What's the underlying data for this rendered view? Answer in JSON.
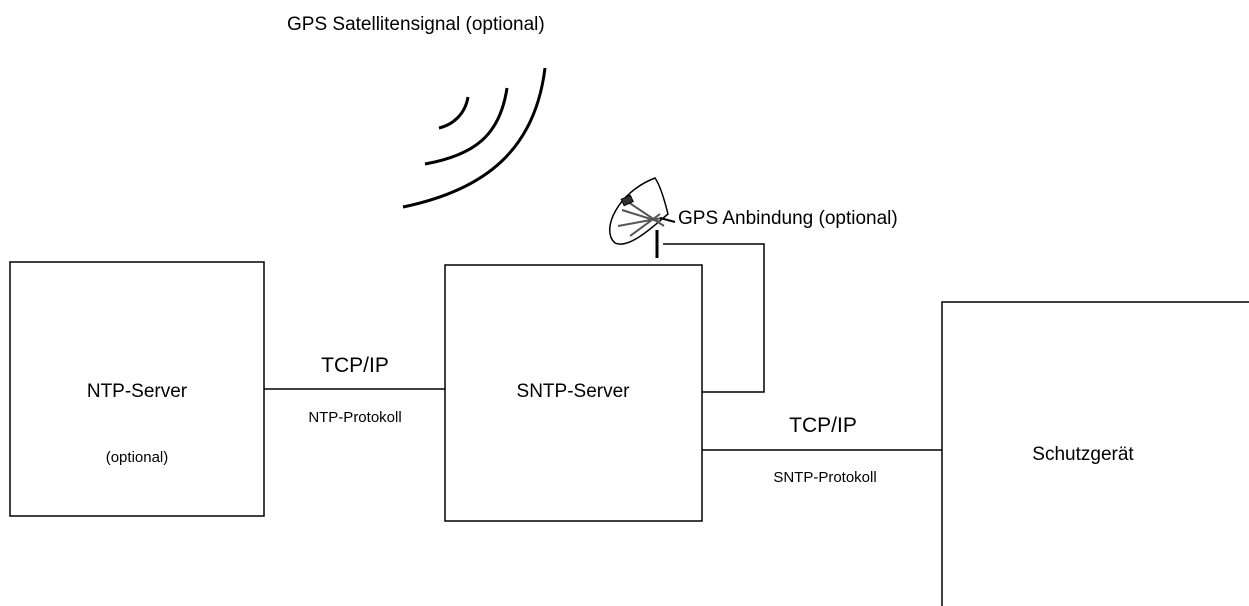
{
  "diagram": {
    "gps_signal_label": "GPS Satellitensignal (optional)",
    "gps_connection_label": "GPS Anbindung (optional)",
    "ntp_server": {
      "title": "NTP-Server",
      "subtitle": "(optional)"
    },
    "sntp_server": {
      "title": "SNTP-Server"
    },
    "protection_device": {
      "title": "Schutzgerät"
    },
    "link_ntp_sntp": {
      "network": "TCP/IP",
      "protocol": "NTP-Protokoll"
    },
    "link_sntp_device": {
      "network": "TCP/IP",
      "protocol": "SNTP-Protokoll"
    }
  }
}
